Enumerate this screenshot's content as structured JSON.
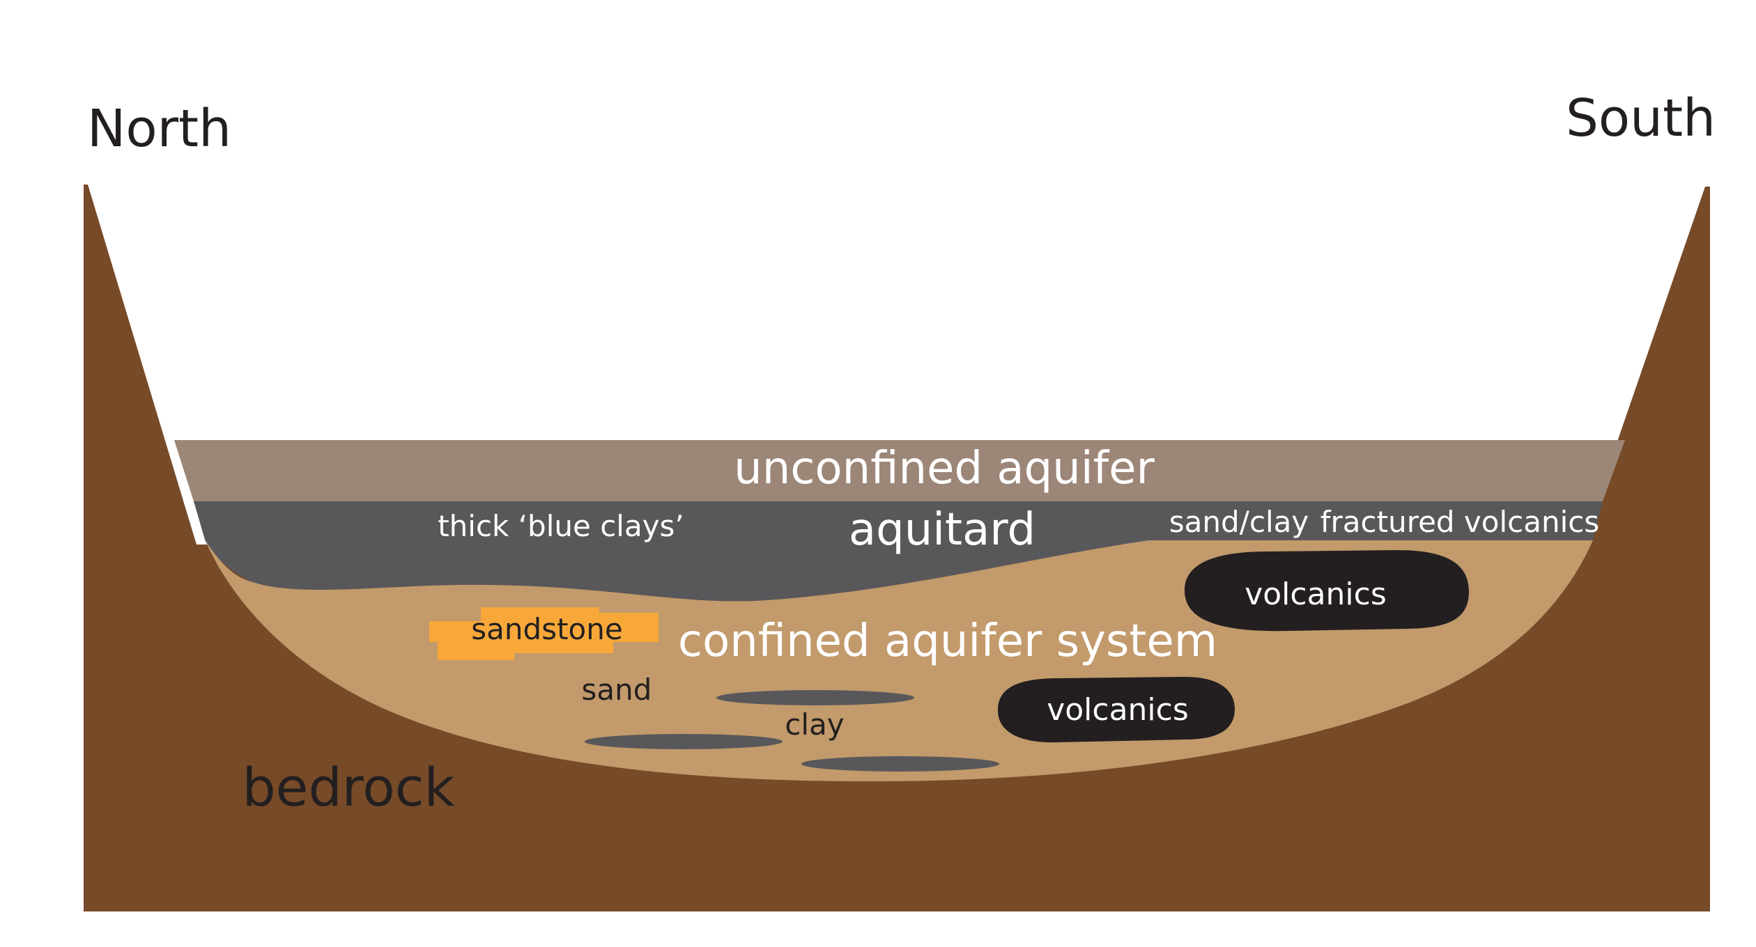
{
  "diagram": {
    "labels": {
      "north": "North",
      "south": "South",
      "unconfined_aquifer": "unconfined aquifer",
      "aquitard": "aquitard",
      "thick_blue_clays": "thick ‘blue clays’",
      "sand_clay": "sand/clay",
      "fractured_volcanics": "fractured volcanics",
      "volcanics_upper": "volcanics",
      "volcanics_lower": "volcanics",
      "sandstone": "sandstone",
      "confined_aquifer_system": "confined aquifer system",
      "sand": "sand",
      "clay": "clay",
      "bedrock": "bedrock"
    },
    "colors": {
      "bedrock": "#774a28",
      "unconfined_aquifer": "#9c8677",
      "aquitard": "#58585b",
      "confined_aquifer": "#c29a6b",
      "sandstone": "#f7a839",
      "clay_lens": "#58585b",
      "volcanics": "#231f20",
      "light_text": "#ffffff",
      "dark_text": "#231f20"
    }
  }
}
